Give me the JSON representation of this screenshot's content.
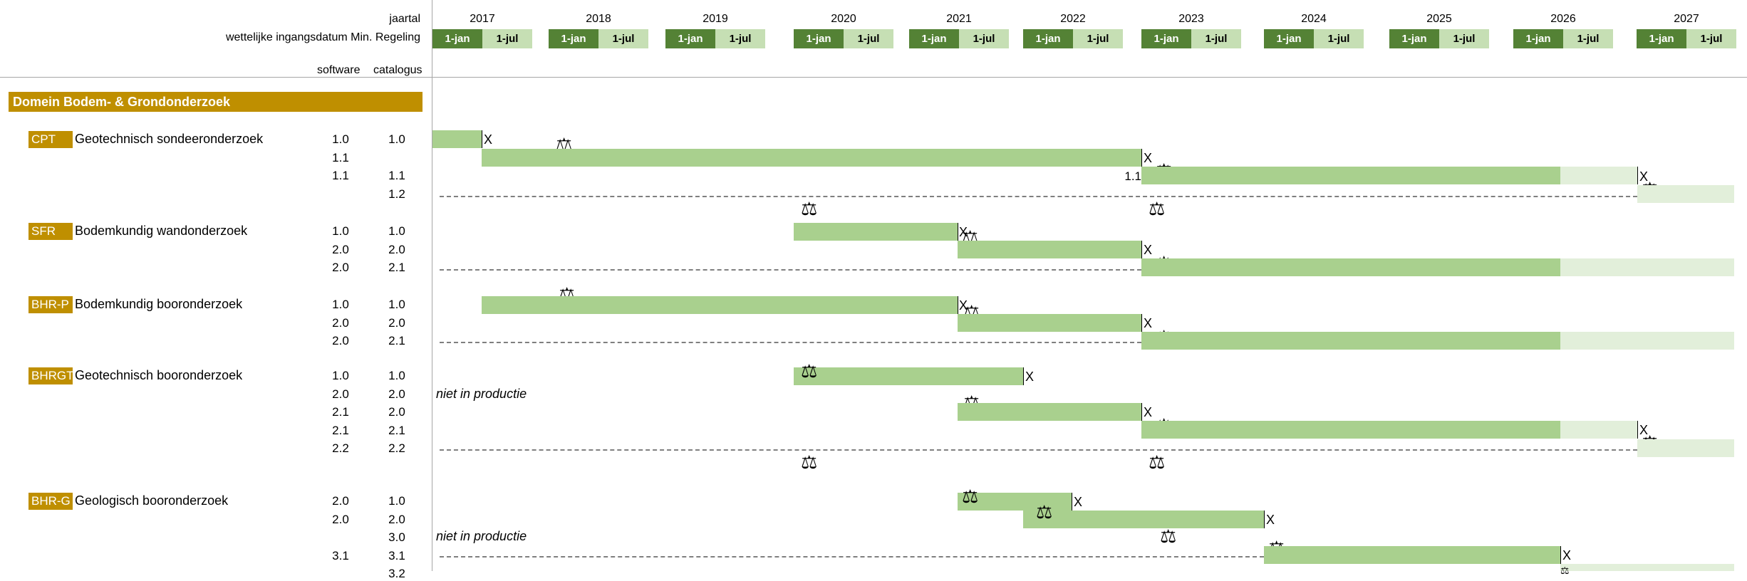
{
  "header": {
    "jaartal_label": "jaartal",
    "ingang_label": "wettelijke ingangsdatum Min. Regeling",
    "software_label": "software",
    "catalogus_label": "catalogus",
    "jan_label": "1-jan",
    "jul_label": "1-jul",
    "years": [
      "2017",
      "2018",
      "2019",
      "2020",
      "2021",
      "2022",
      "2023",
      "2024",
      "2025",
      "2026",
      "2027"
    ]
  },
  "domain_title": "Domein Bodem- & Grondonderzoek",
  "groups": [
    {
      "code": "CPT",
      "name": "Geotechnisch sondeeronderzoek",
      "rows": [
        [
          "1.0",
          "1.0"
        ],
        [
          "1.1",
          ""
        ],
        [
          "1.1",
          "1.1"
        ],
        [
          "",
          "1.2"
        ]
      ]
    },
    {
      "code": "SFR",
      "name": "Bodemkundig wandonderzoek",
      "rows": [
        [
          "1.0",
          "1.0"
        ],
        [
          "2.0",
          "2.0"
        ],
        [
          "2.0",
          "2.1"
        ]
      ]
    },
    {
      "code": "BHR-P",
      "name": "Bodemkundig booronderzoek",
      "rows": [
        [
          "1.0",
          "1.0"
        ],
        [
          "2.0",
          "2.0"
        ],
        [
          "2.0",
          "2.1"
        ]
      ]
    },
    {
      "code": "BHRGT",
      "name": "Geotechnisch booronderzoek",
      "rows": [
        [
          "1.0",
          "1.0"
        ],
        [
          "2.0",
          "2.0"
        ],
        [
          "2.1",
          "2.0"
        ],
        [
          "2.1",
          "2.1"
        ],
        [
          "2.2",
          "2.2"
        ]
      ]
    },
    {
      "code": "BHR-G",
      "name": "Geologisch booronderzoek",
      "rows": [
        [
          "2.0",
          "1.0"
        ],
        [
          "2.0",
          "2.0"
        ],
        [
          "",
          "3.0"
        ],
        [
          "3.1",
          "3.1"
        ],
        [
          "",
          "3.2"
        ]
      ]
    }
  ],
  "timeline": {
    "x_mark": "X",
    "version_label_cpt": "1.1",
    "niet_in_productie": "niet in productie"
  },
  "icons": {
    "gavel": "gavel-icon"
  },
  "colors": {
    "gold": "#bf8f00",
    "dark_green": "#548235",
    "bar_green": "#a9d08e",
    "light_green": "#e2efda",
    "jul_green": "#c6dfb4"
  }
}
